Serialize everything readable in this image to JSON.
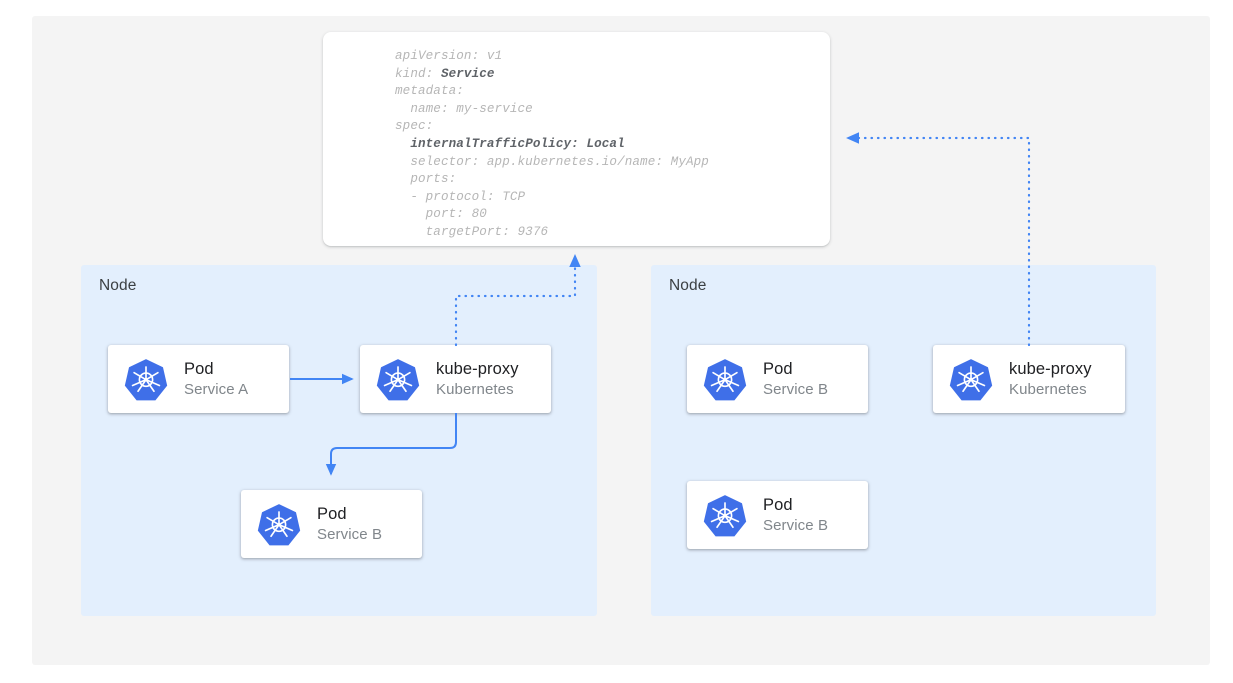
{
  "canvas": {
    "background": "#f4f4f4",
    "node_fill": "#e3effd",
    "accent": "#4285f4",
    "card_fill": "#ffffff"
  },
  "spec": {
    "name": "service-yaml-spec",
    "lines": [
      {
        "text": "apiVersion: v1"
      },
      {
        "text": "kind: ",
        "bold": "Service"
      },
      {
        "text": "metadata:"
      },
      {
        "text": "  name: my-service"
      },
      {
        "text": "spec:"
      },
      {
        "text": "  ",
        "bold": "internalTrafficPolicy: Local"
      },
      {
        "text": "  selector: app.kubernetes.io/name: MyApp"
      },
      {
        "text": "  ports:"
      },
      {
        "text": "  - protocol: TCP"
      },
      {
        "text": "    port: 80"
      },
      {
        "text": "    targetPort: 9376"
      }
    ],
    "full_text": "apiVersion: v1\nkind: Service\nmetadata:\n  name: my-service\nspec:\n  internalTrafficPolicy: Local\n  selector: app.kubernetes.io/name: MyApp\n  ports:\n  - protocol: TCP\n    port: 80\n    targetPort: 9376"
  },
  "nodes": [
    {
      "id": "node-left",
      "label": "Node",
      "cards": [
        {
          "id": "card-pod-a",
          "title": "Pod",
          "subtitle": "Service A",
          "icon": "kubernetes-icon"
        },
        {
          "id": "card-kube-left",
          "title": "kube-proxy",
          "subtitle": "Kubernetes",
          "icon": "kubernetes-icon"
        },
        {
          "id": "card-pod-b-left",
          "title": "Pod",
          "subtitle": "Service B",
          "icon": "kubernetes-icon"
        }
      ]
    },
    {
      "id": "node-right",
      "label": "Node",
      "cards": [
        {
          "id": "card-pod-b-r1",
          "title": "Pod",
          "subtitle": "Service B",
          "icon": "kubernetes-icon"
        },
        {
          "id": "card-kube-right",
          "title": "kube-proxy",
          "subtitle": "Kubernetes",
          "icon": "kubernetes-icon"
        },
        {
          "id": "card-pod-b-r2",
          "title": "Pod",
          "subtitle": "Service B",
          "icon": "kubernetes-icon"
        }
      ]
    }
  ],
  "connectors": [
    {
      "name": "pod-a-to-kube-proxy",
      "style": "solid",
      "color": "#4285f4",
      "arrow": true
    },
    {
      "name": "kube-proxy-to-pod-b",
      "style": "solid",
      "color": "#4285f4",
      "arrow": true
    },
    {
      "name": "kube-proxy-left-to-service-spec",
      "style": "dotted",
      "color": "#4285f4",
      "arrow": true
    },
    {
      "name": "kube-proxy-right-to-service-spec",
      "style": "dotted",
      "color": "#4285f4",
      "arrow": true
    }
  ]
}
